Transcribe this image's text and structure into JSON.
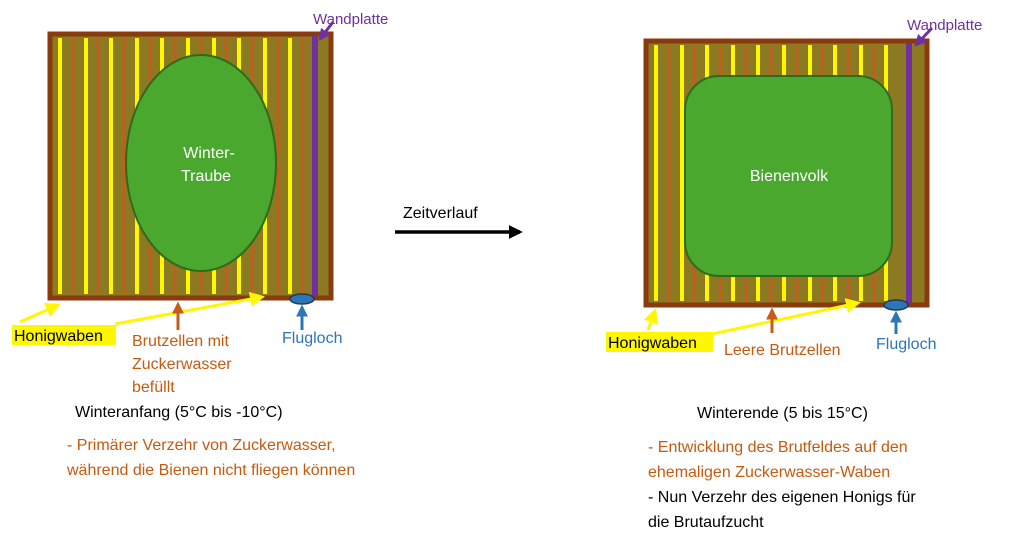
{
  "colors": {
    "box_brown": "#8B3A0E",
    "fill_olive": "#8C7A22",
    "honey_yellow": "#FFF700",
    "brood_orange": "#C85A1E",
    "wall_purple": "#7030A0",
    "cluster_green": "#4BA82E",
    "entrance_blue": "#2E75B6",
    "text_orange": "#C55A11",
    "text_black": "#000000",
    "label_white": "#FFFFFF"
  },
  "left": {
    "cluster_label_line1": "Winter-",
    "cluster_label_line2": "Traube",
    "wall_label": "Wandplatte",
    "honey_label": "Honigwaben",
    "brood_label_line1": "Brutzellen mit",
    "brood_label_line2": "Zuckerwasser",
    "brood_label_line3": "befüllt",
    "entrance_label": "Flugloch",
    "caption": "Winteranfang (5°C bis -10°C)",
    "note_line1": "- Primärer Verzehr von Zuckerwasser,",
    "note_line2": "während die Bienen nicht fliegen können"
  },
  "middle": {
    "arrow_label": "Zeitverlauf"
  },
  "right": {
    "cluster_label": "Bienenvolk",
    "wall_label": "Wandplatte",
    "honey_label": "Honigwaben",
    "brood_label": "Leere Brutzellen",
    "entrance_label": "Flugloch",
    "caption": "Winterende (5 bis 15°C)",
    "note_line1": "- Entwicklung des Brutfeldes auf den",
    "note_line2": "ehemaligen Zuckerwasser-Waben",
    "note_line3": "- Nun Verzehr des eigenen Honigs für",
    "note_line4": "die Brutaufzucht"
  }
}
